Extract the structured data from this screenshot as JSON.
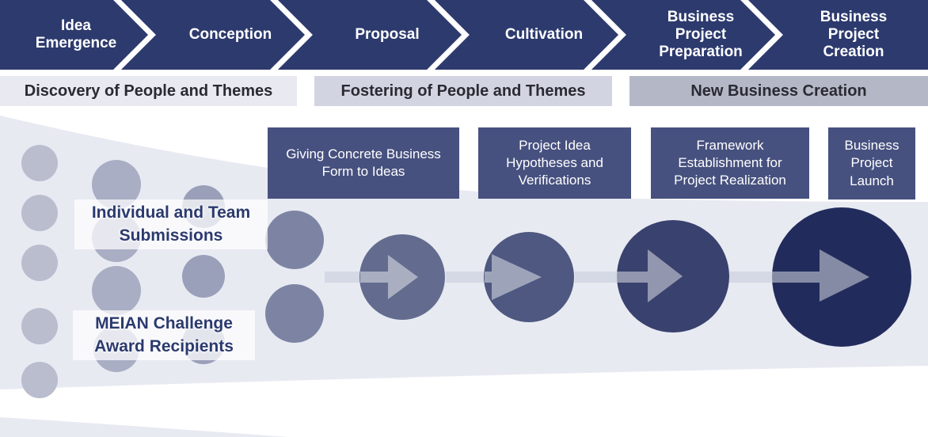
{
  "chevron": {
    "bar_color": "#2d3a6e",
    "stages": [
      {
        "label": "Idea Emergence"
      },
      {
        "label": "Conception"
      },
      {
        "label": "Proposal"
      },
      {
        "label": "Cultivation"
      },
      {
        "label": "Business Project Preparation"
      },
      {
        "label": "Business Project Creation"
      }
    ]
  },
  "phases": {
    "items": [
      {
        "label": "Discovery of People and Themes",
        "color": "#e8e9f1"
      },
      {
        "label": "Fostering of People and Themes",
        "color": "#d2d5e1"
      },
      {
        "label": "New Business Creation",
        "color": "#b4b8c6"
      }
    ]
  },
  "pipeline": {
    "box_color": "#47517f",
    "boxes": [
      {
        "label": "Giving Concrete Business Form to Ideas"
      },
      {
        "label": "Project Idea Hypotheses and Verifications"
      },
      {
        "label": "Framework Establishment for Project Realization"
      },
      {
        "label": "Business Project Launch"
      }
    ]
  },
  "funnel": {
    "labels": [
      {
        "text": "Individual and Team Submissions"
      },
      {
        "text": "MEIAN Challenge Award Recipients"
      }
    ],
    "background_color": "#e8eaf2",
    "arrow_color": "#d5d8e5",
    "growth_circle_colors": [
      "#7d84a3",
      "#636c8e",
      "#4e5880",
      "#39426e",
      "#222c5c"
    ],
    "scatter_dot_colors": [
      "#b9bdce",
      "#a9aec4",
      "#9aa0b9"
    ],
    "label_text_color": "#2b3a6e"
  }
}
